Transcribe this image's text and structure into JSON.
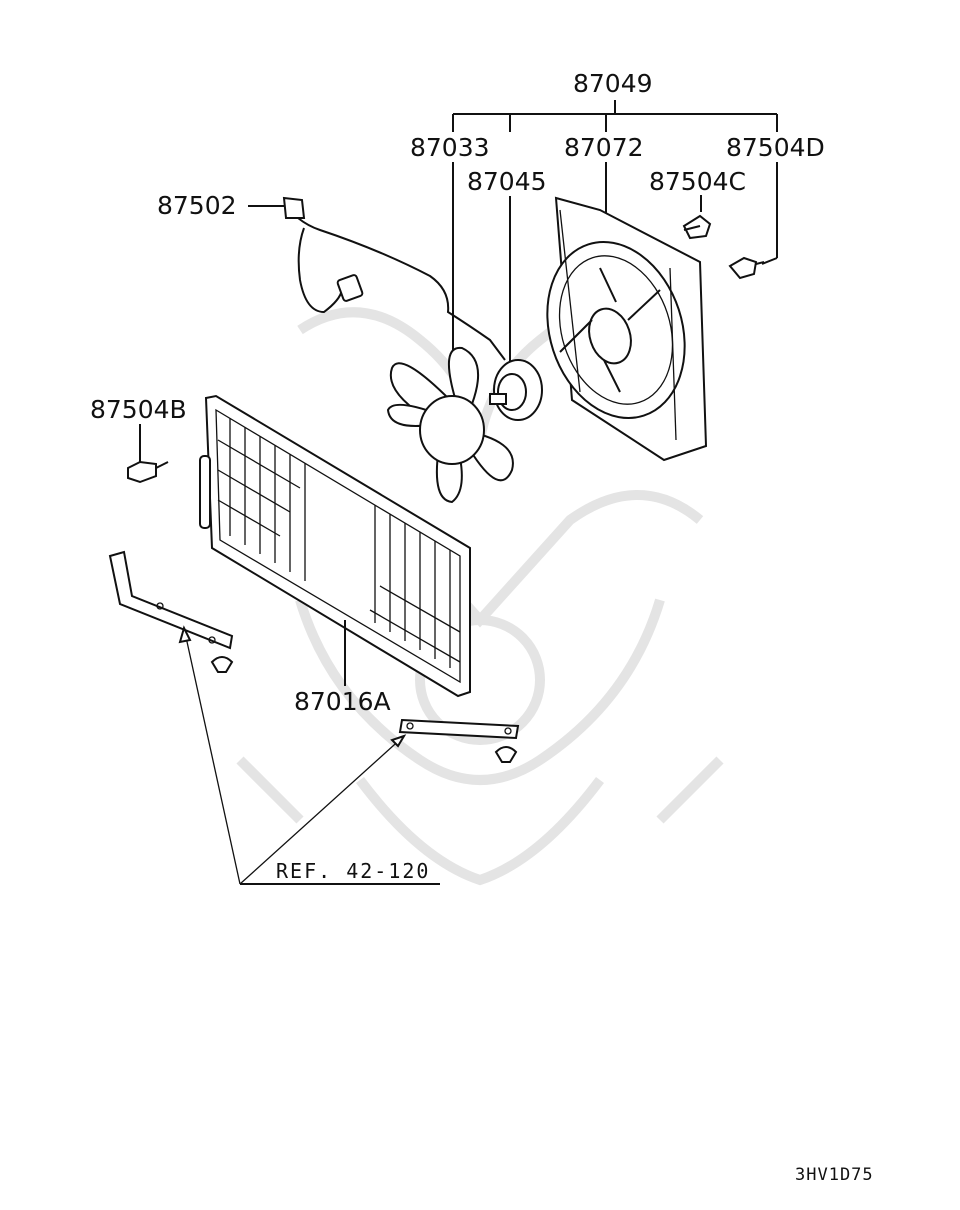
{
  "diagram": {
    "labels": {
      "assembly": "87049",
      "fan": "87033",
      "motor": "87045",
      "shroud": "87072",
      "bolt_d": "87504D",
      "bolt_c": "87504C",
      "connector": "87502",
      "bolt_b": "87504B",
      "condenser": "87016A",
      "reference": "REF. 42-120"
    },
    "figure_code": "3HV1D75"
  }
}
